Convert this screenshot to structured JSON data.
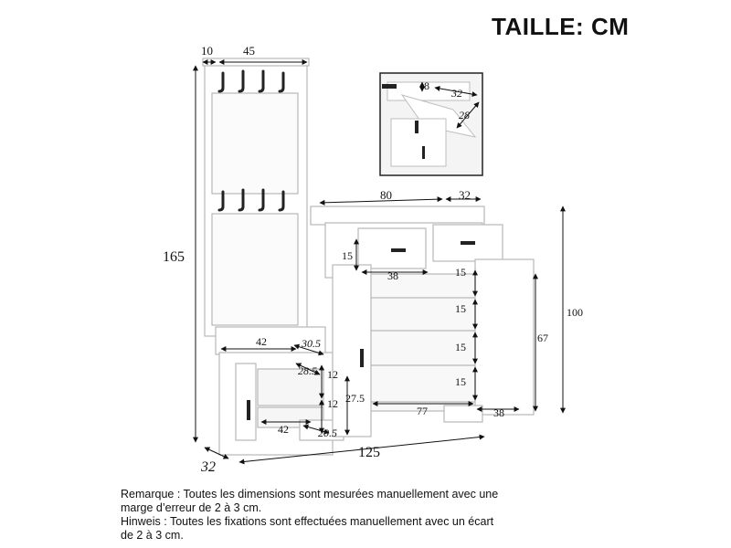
{
  "title": "TAILLE: CM",
  "notes": {
    "line1": "Remarque : Toutes les dimensions sont mesurées manuellement avec une",
    "line2": "marge d’erreur de 2 à 3 cm.",
    "line3": "Hinweis : Toutes les fixations sont effectuées manuellement avec un écart",
    "line4": "de 2 à 3 cm."
  },
  "dimensions": {
    "coat_rack_depth": "10",
    "coat_rack_width": "45",
    "total_height": "165",
    "bench_width": "42",
    "bench_depth": "30.5",
    "bench_inner_depth": "28.5",
    "bench_shelf_height_top": "12",
    "bench_shelf_height_bottom": "12",
    "bench_inner_width": "42",
    "bench_inner_depth_bottom": "20.5",
    "base_depth": "32",
    "total_width": "125",
    "cabinet_width": "80",
    "cabinet_depth": "32",
    "drawer_height": "15",
    "drawer_width": "38",
    "shelf_gap_1": "15",
    "shelf_gap_2": "15",
    "shelf_gap_3": "15",
    "shelf_gap_4": "15",
    "cabinet_left_height": "27.5",
    "shelf_width": "77",
    "cabinet_inner_depth": "38",
    "door_height": "67",
    "cabinet_height": "100",
    "inset_drawer_height": "8",
    "inset_drawer_width": "32",
    "inset_drawer_depth": "28"
  }
}
